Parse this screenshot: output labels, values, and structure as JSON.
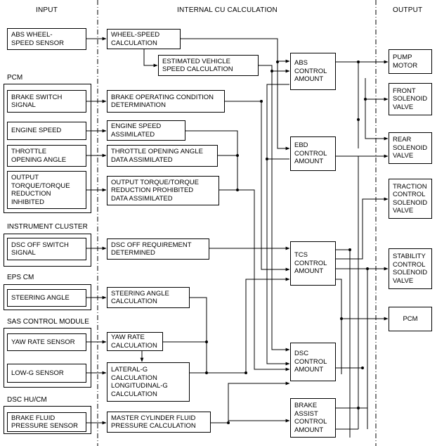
{
  "headers": {
    "input": "INPUT",
    "calc": "INTERNAL CU CALCULATION",
    "output": "OUTPUT"
  },
  "groups": {
    "pcm": "PCM",
    "instrument_cluster": "INSTRUMENT CLUSTER",
    "eps_cm": "EPS CM",
    "sas": "SAS CONTROL MODULE",
    "dsc_hu": "DSC HU/CM"
  },
  "inputs": {
    "abs_wheel": "ABS WHEEL-\nSPEED SENSOR",
    "brake_switch": "BRAKE SWITCH\nSIGNAL",
    "engine_speed": "ENGINE SPEED",
    "throttle": "THROTTLE\nOPENING ANGLE",
    "output_torque": "OUTPUT\nTORQUE/TORQUE\nREDUCTION\nINHIBITED",
    "dsc_off": "DSC OFF SWITCH\nSIGNAL",
    "steering": "STEERING ANGLE",
    "yaw": "YAW RATE SENSOR",
    "lowg": "LOW-G SENSOR",
    "brake_fluid": "BRAKE FLUID\nPRESSURE SENSOR"
  },
  "calc": {
    "wheel_speed": "WHEEL-SPEED\nCALCULATION",
    "est_vehicle": "ESTIMATED VEHICLE\nSPEED CALCULATION",
    "brake_cond": "BRAKE OPERATING CONDITION\nDETERMINATION",
    "engine_assim": "ENGINE SPEED\nASSIMILATED",
    "throttle_assim": "THROTTLE OPENING ANGLE\nDATA ASSIMILATED",
    "torque_assim": "OUTPUT TORQUE/TORQUE\nREDUCTION PROHIBITED\nDATA ASSIMILATED",
    "dsc_off_req": "DSC OFF REQUIREMENT\nDETERMINED",
    "steering_calc": "STEERING ANGLE\nCALCULATION",
    "yaw_calc": "YAW RATE\nCALCULATION",
    "lat_g": "LATERAL-G\nCALCULATION\nLONGITUDINAL-G\nCALCULATION",
    "master_cyl": "MASTER CYLINDER FLUID\nPRESSURE CALCULATION"
  },
  "control": {
    "abs": "ABS\nCONTROL\nAMOUNT",
    "ebd": "EBD\nCONTROL\nAMOUNT",
    "tcs": "TCS\nCONTROL\nAMOUNT",
    "dsc": "DSC\nCONTROL\nAMOUNT",
    "brake_assist": "BRAKE\nASSIST\nCONTROL\nAMOUNT"
  },
  "outputs": {
    "pump": "PUMP\nMOTOR",
    "front": "FRONT\nSOLENOID\nVALVE",
    "rear": "REAR\nSOLENOID\nVALVE",
    "traction": "TRACTION\nCONTROL\nSOLENOID\nVALVE",
    "stability": "STABILITY\nCONTROL\nSOLENOID\nVALVE",
    "pcm": "PCM"
  }
}
